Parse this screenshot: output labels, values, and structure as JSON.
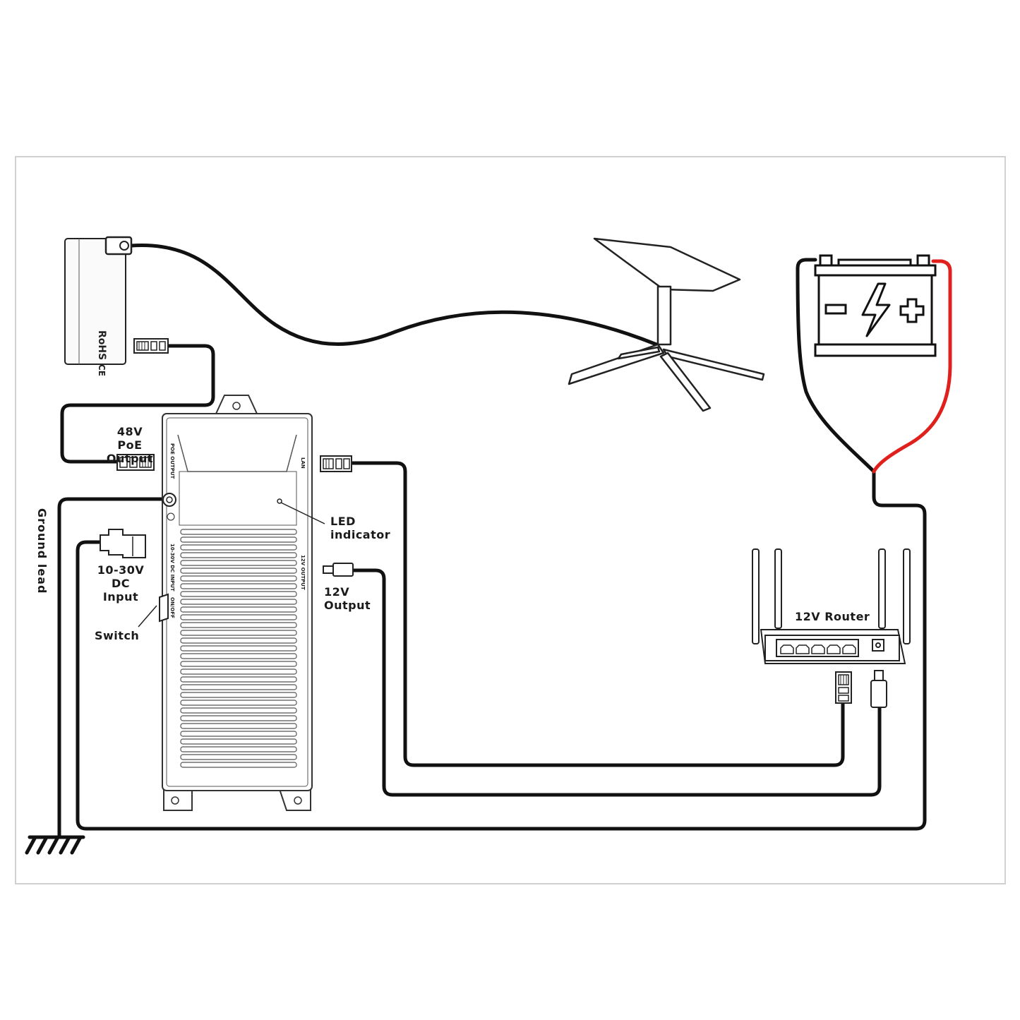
{
  "labels": {
    "poe_output": [
      "48V PoE",
      "Output"
    ],
    "ground_lead": "Ground lead",
    "dc_input": [
      "10-30V",
      "DC Input"
    ],
    "switch": "Switch",
    "led_indicator": [
      "LED",
      "indicator"
    ],
    "output_12v": [
      "12V",
      "Output"
    ],
    "router": "12V Router"
  },
  "device_markings": {
    "poe_output_port": "POE OUTPUT",
    "lan_port": "LAN",
    "dc_input_port": "10-30V DC INPUT",
    "output_12v_port": "12V OUTPUT",
    "on_off": "ON/OFF"
  },
  "adapter_markings": {
    "rohs": "RoHS",
    "ce": "CE"
  },
  "colors": {
    "wire": "#111111",
    "battery_positive_wire": "#e0201c",
    "frame": "#d0d0d0"
  }
}
